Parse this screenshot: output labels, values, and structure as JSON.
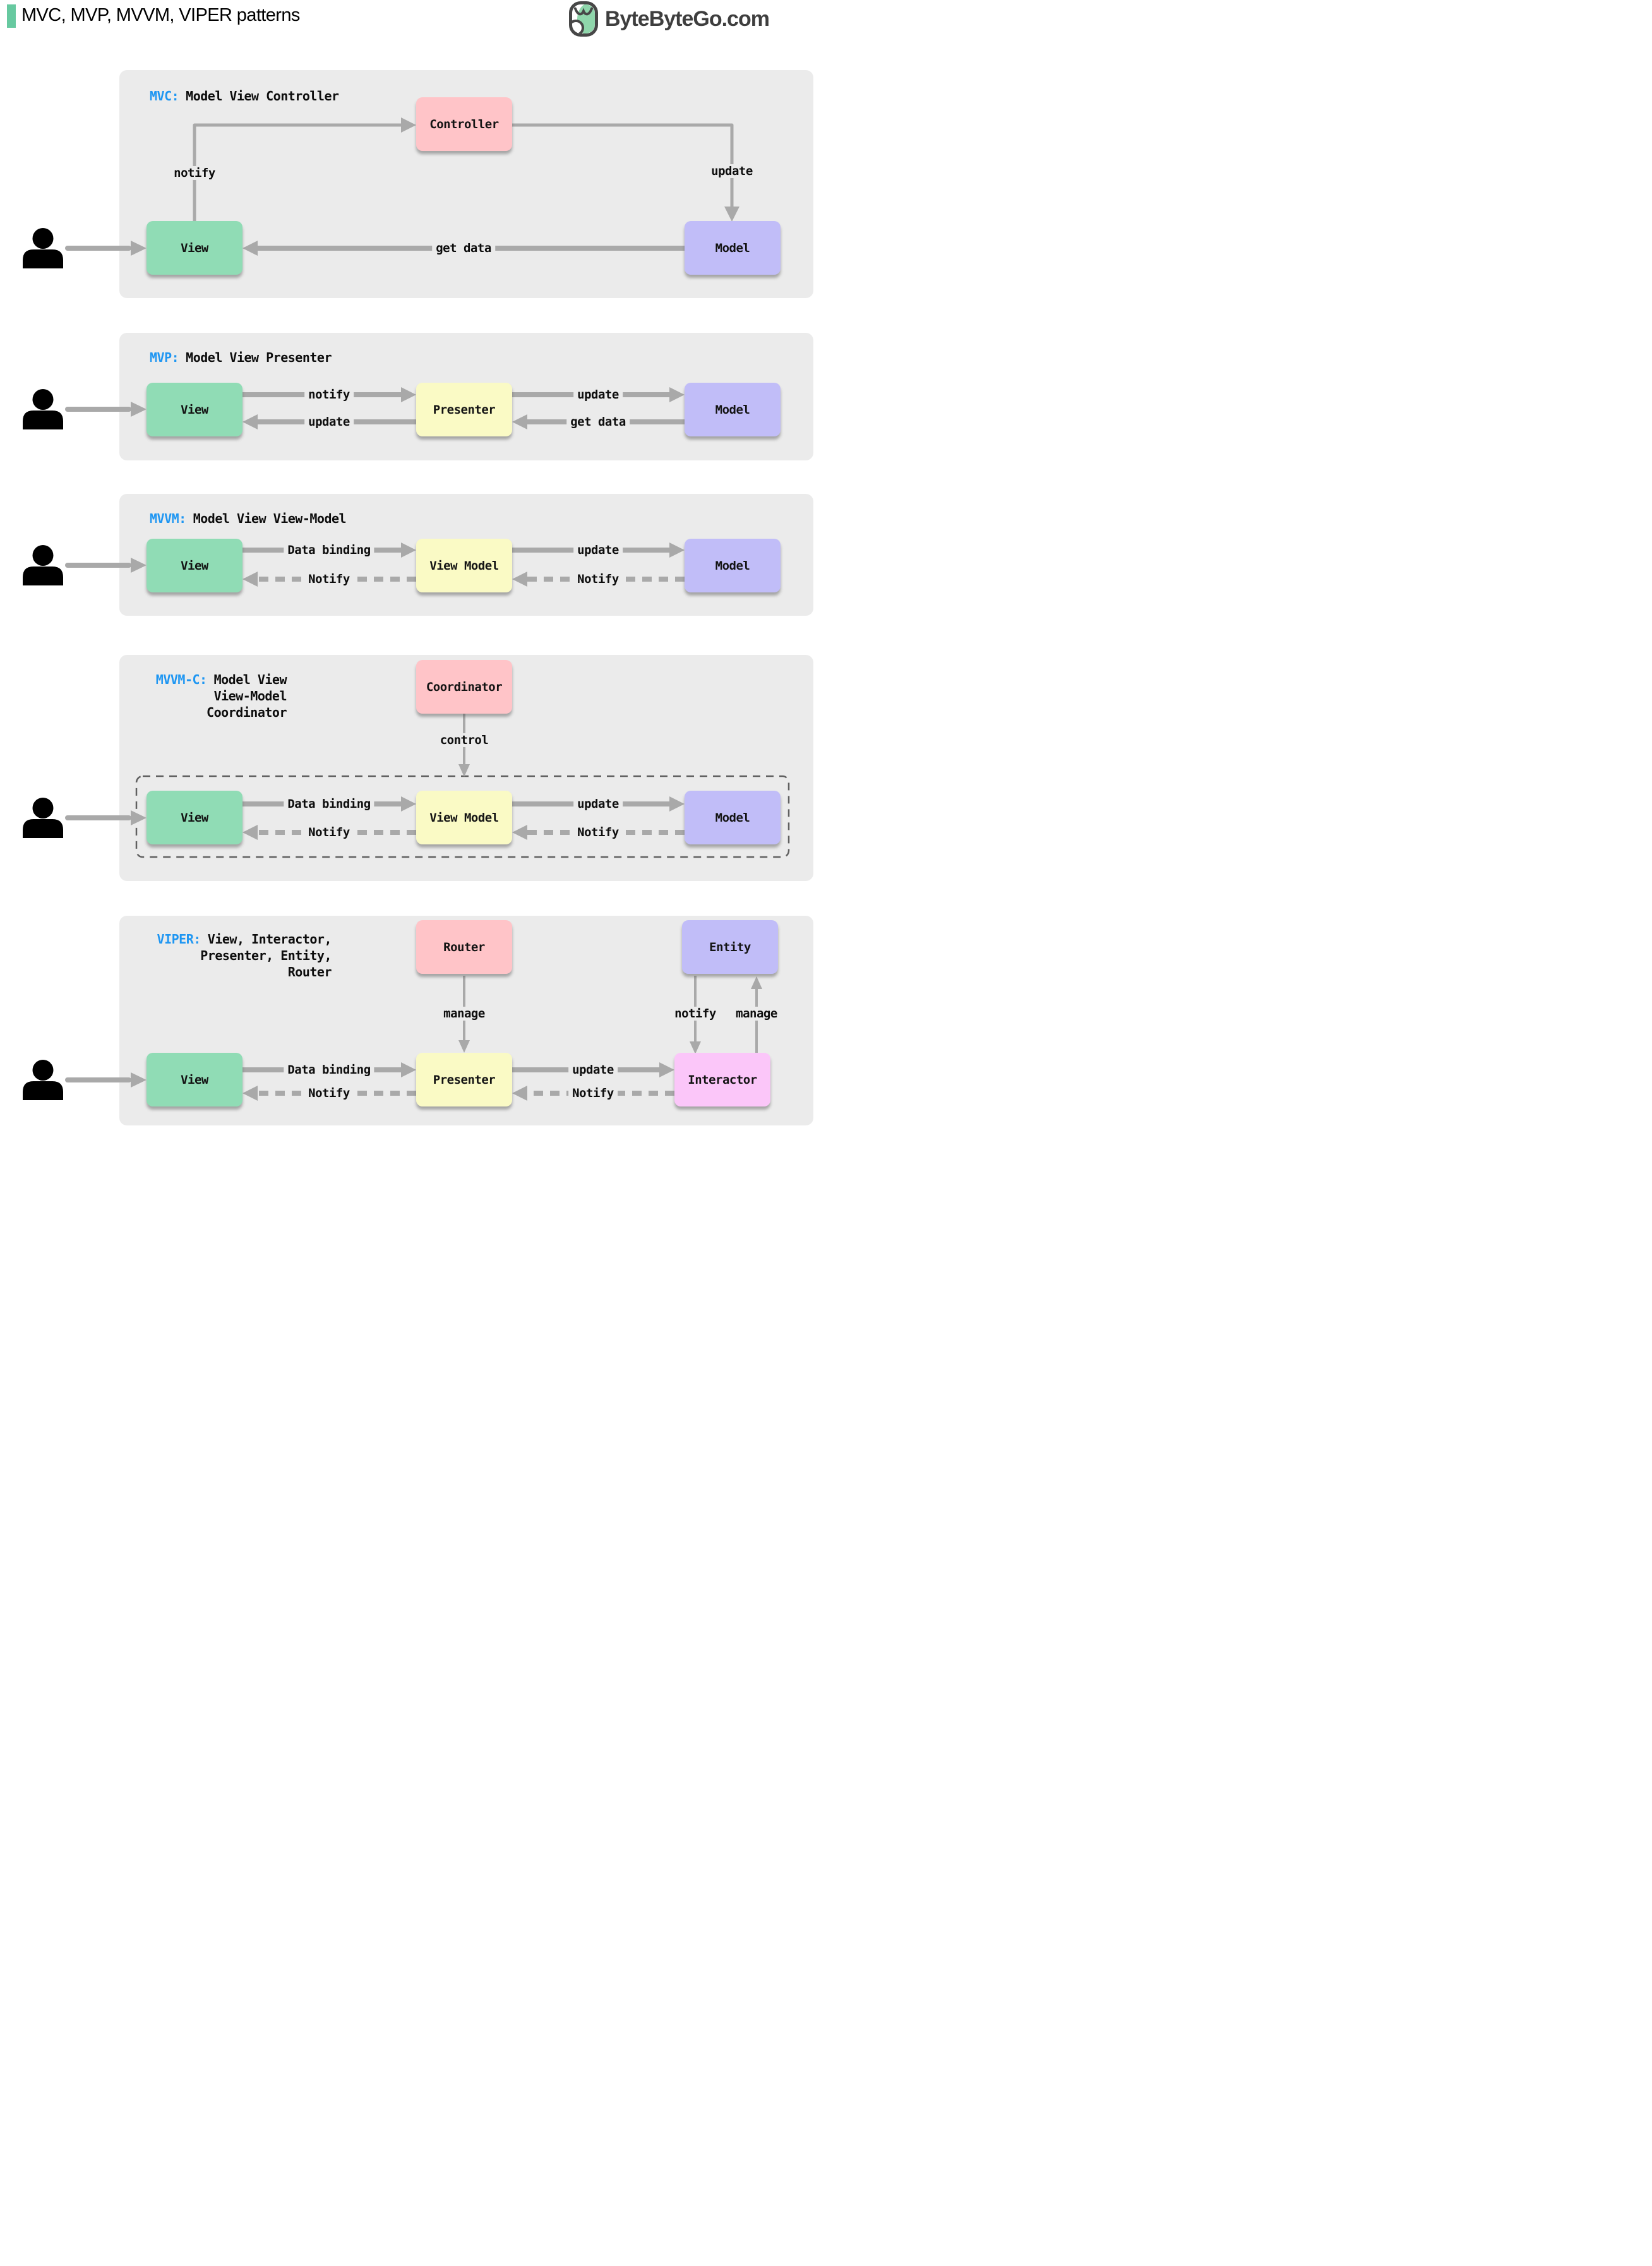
{
  "header": {
    "title": "MVC, MVP, MVVM, VIPER patterns",
    "logo_text": "ByteByteGo.com"
  },
  "colors": {
    "accent_green": "#67c9a0",
    "abbr_blue": "#1e96f2",
    "panel_bg": "#ebebeb",
    "arrow_gray": "#a9a9a9",
    "box_green": "#90dcb5",
    "box_yellow": "#fafac5",
    "box_purple": "#c1bdf8",
    "box_pink": "#ffc4c8",
    "box_magenta": "#fbc6f9"
  },
  "panels": [
    {
      "abbr": "MVC:",
      "label": "Model View Controller",
      "boxes": {
        "controller": "Controller",
        "view": "View",
        "model": "Model"
      },
      "edges": {
        "notify": "notify",
        "update": "update",
        "get_data": "get data"
      }
    },
    {
      "abbr": "MVP:",
      "label": "Model View Presenter",
      "boxes": {
        "view": "View",
        "presenter": "Presenter",
        "model": "Model"
      },
      "edges": {
        "notify": "notify",
        "update_model": "update",
        "update_view": "update",
        "get_data": "get data"
      }
    },
    {
      "abbr": "MVVM:",
      "label": "Model View View-Model",
      "boxes": {
        "view": "View",
        "view_model": "View Model",
        "model": "Model"
      },
      "edges": {
        "data_binding": "Data binding",
        "update": "update",
        "notify_view": "Notify",
        "notify_view_model": "Notify"
      }
    },
    {
      "abbr": "MVVM-C:",
      "label_lines": [
        "Model View",
        "View-Model",
        "Coordinator"
      ],
      "boxes": {
        "coordinator": "Coordinator",
        "view": "View",
        "view_model": "View Model",
        "model": "Model"
      },
      "edges": {
        "control": "control",
        "data_binding": "Data binding",
        "update": "update",
        "notify_view": "Notify",
        "notify_view_model": "Notify"
      }
    },
    {
      "abbr": "VIPER:",
      "label_lines": [
        "View, Interactor,",
        "Presenter, Entity,",
        "Router"
      ],
      "boxes": {
        "router": "Router",
        "entity": "Entity",
        "view": "View",
        "presenter": "Presenter",
        "interactor": "Interactor"
      },
      "edges": {
        "manage_presenter": "manage",
        "notify_interactor": "notify",
        "manage_entity": "manage",
        "data_binding": "Data binding",
        "update": "update",
        "notify_view": "Notify",
        "notify_presenter": "Notify"
      }
    }
  ]
}
